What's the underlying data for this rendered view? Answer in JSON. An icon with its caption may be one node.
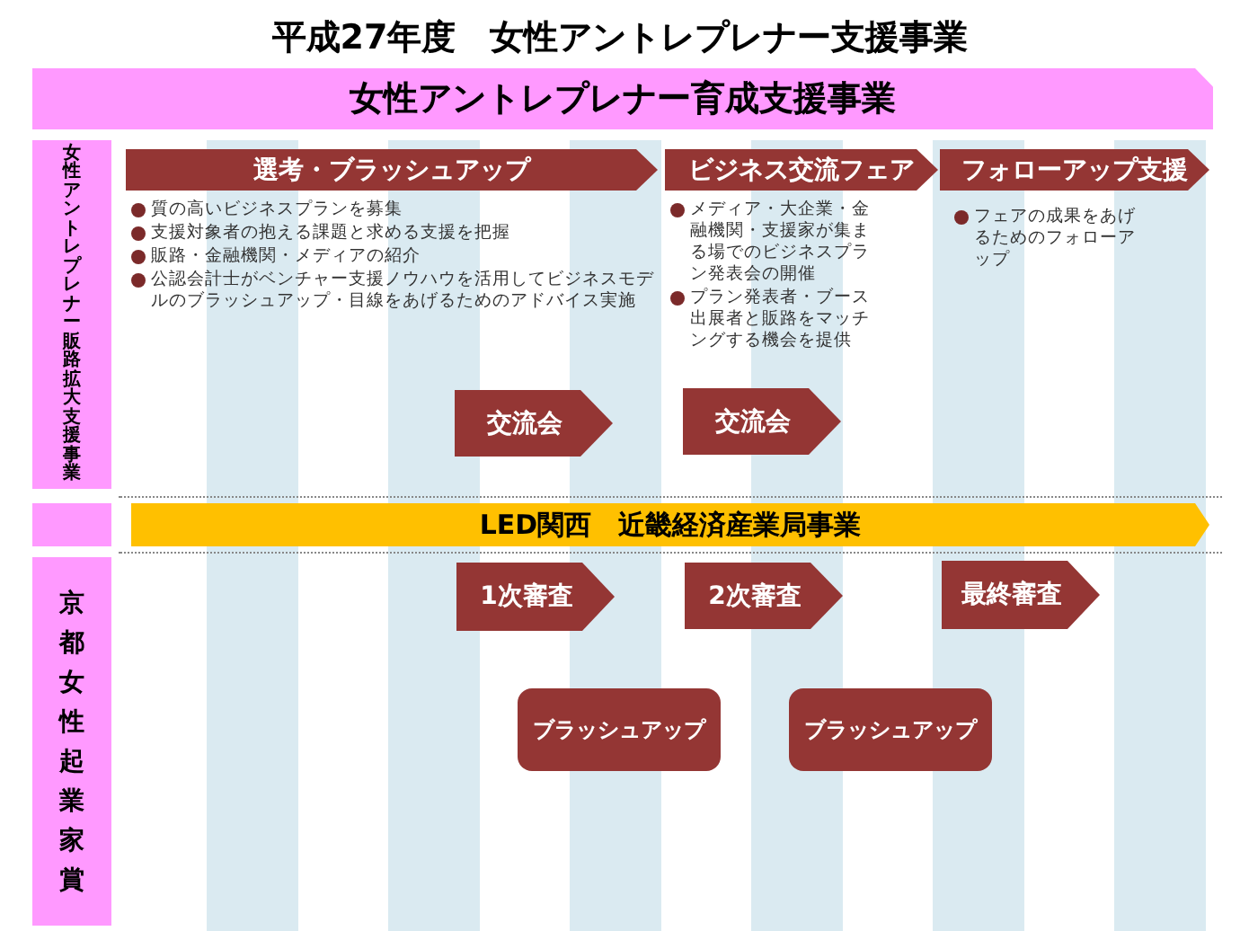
{
  "diagram": {
    "title": "平成27年度　女性アントレプレナー支援事業",
    "nodes": [
      {
        "text": [
          "女性アントレプレナー育成支援事業"
        ]
      },
      {
        "text": [
          "女性アントレプレナー販路拡大支援事業"
        ]
      },
      {
        "text": [],
        "shape": "box"
      },
      {
        "text": [
          "京都女性起業家賞"
        ]
      },
      {
        "text": [
          "選考・ブラッシュアップ"
        ],
        "beside": [
          "質の高いビジネスプランを募集",
          "支援対象者の抱える課題と求める支援を把握",
          "販路・金融機関・メディアの紹介",
          "公認会計士がベンチャー支援ノウハウを活用してビジネスモデルのブラッシュアップ・目線をあげるためのアドバイス実施"
        ]
      },
      {
        "text": [
          "ビジネス交流フェア"
        ],
        "beside": [
          "メディア・大企業・金融機関・支援家が集まる場でのビジネスプラン発表会の開催",
          "プラン発表者・ブース出展者と販路をマッチングする機会を提供"
        ]
      },
      {
        "text": [
          "フォローアップ支援"
        ],
        "beside": [
          "フェアの成果をあげるためのフォローアップ"
        ]
      },
      {
        "text": [
          "交流会"
        ]
      },
      {
        "text": [
          "交流会"
        ]
      },
      {
        "text": [
          "LED関西　近畿経済産業局事業"
        ]
      },
      {
        "text": [
          "1次審査"
        ]
      },
      {
        "text": [
          "2次審査"
        ]
      },
      {
        "text": [
          "最終審査"
        ]
      },
      {
        "text": [
          "ブラッシュアップ"
        ]
      },
      {
        "text": [
          "ブラッシュアップ"
        ]
      }
    ]
  }
}
